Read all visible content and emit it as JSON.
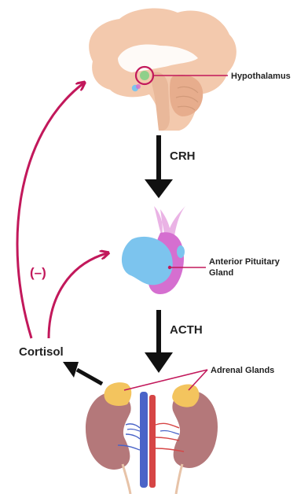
{
  "labels": {
    "hypothalamus": "Hypothalamus",
    "crh": "CRH",
    "pituitary_line1": "Anterior Pituitary",
    "pituitary_line2": "Gland",
    "acth": "ACTH",
    "cortisol": "Cortisol",
    "adrenal": "Adrenal Glands",
    "negative": "(–)"
  },
  "colors": {
    "feedback_arrow": "#c2185b",
    "leader_line": "#c2185b",
    "main_arrow": "#111111",
    "brain": "#f3c9ad",
    "pituitary_anterior": "#7cc4ee",
    "pituitary_posterior": "#d56fd0",
    "adrenal": "#f3c45e",
    "kidney": "#b4787a",
    "artery": "#d64545",
    "vein": "#4a64c8"
  }
}
